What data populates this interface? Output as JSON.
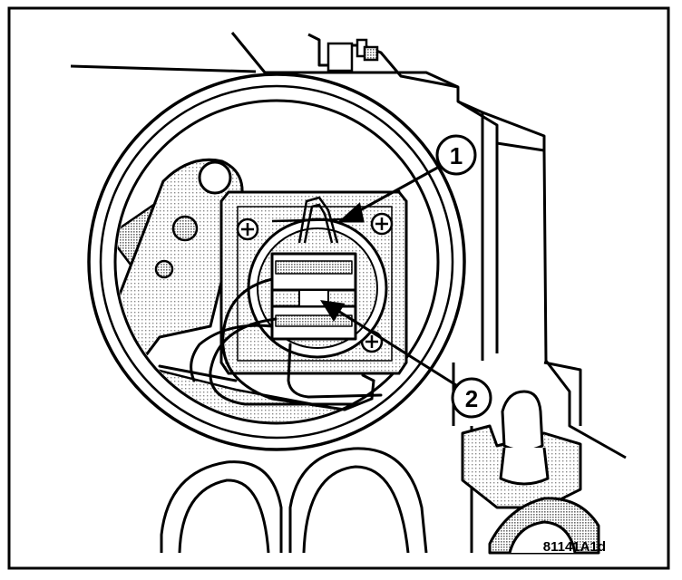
{
  "figure": {
    "figure_id": "81141A1d",
    "background": "#ffffff",
    "ink": "#000000",
    "shade": "#9a9a9a"
  },
  "callouts": [
    {
      "label": "1"
    },
    {
      "label": "2"
    }
  ]
}
